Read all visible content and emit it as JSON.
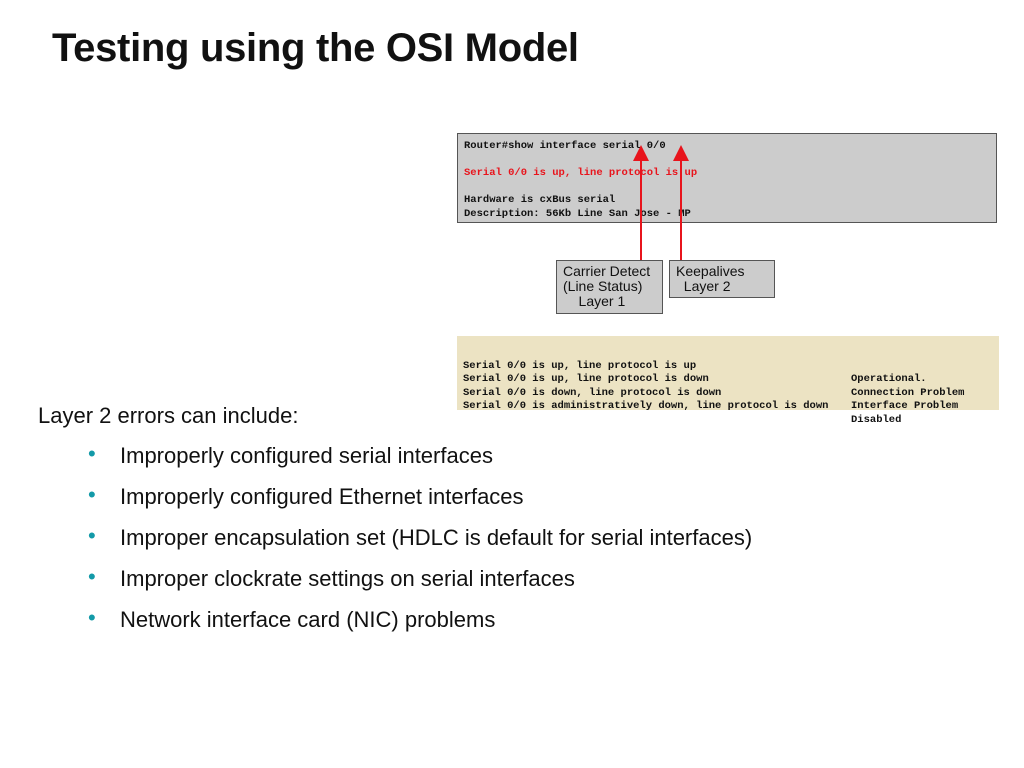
{
  "title": "Testing using the OSI Model",
  "terminal": {
    "lines": [
      {
        "text": "Router#show interface serial 0/0",
        "highlight": false
      },
      {
        "text": "",
        "highlight": false
      },
      {
        "text": "Serial 0/0 is up, line protocol is up",
        "highlight": true
      },
      {
        "text": "",
        "highlight": false
      },
      {
        "text": "Hardware is cxBus serial",
        "highlight": false
      },
      {
        "text": "Description: 56Kb Line San Jose - MP",
        "highlight": false
      }
    ],
    "highlight_color": "#e8141c",
    "background": "#cccccc"
  },
  "callouts": [
    {
      "lines": [
        "Carrier Detect",
        "(Line Status)",
        "    Layer 1"
      ]
    },
    {
      "lines": [
        "Keepalives",
        "  Layer 2"
      ]
    }
  ],
  "status_table": [
    {
      "state": "Serial 0/0 is up, line protocol is up",
      "meaning": "Operational."
    },
    {
      "state": "Serial 0/0 is up, line protocol is down",
      "meaning": "Connection Problem"
    },
    {
      "state": "Serial 0/0 is down, line protocol is down",
      "meaning": "Interface Problem"
    },
    {
      "state": "Serial 0/0 is administratively down, line protocol is down",
      "meaning": "Disabled"
    }
  ],
  "intro": "Layer 2 errors can include:",
  "bullets": [
    "Improperly configured serial interfaces",
    "Improperly configured Ethernet interfaces",
    "Improper encapsulation set (HDLC is default for serial interfaces)",
    "Improper clockrate settings on serial interfaces",
    "Network interface card (NIC) problems"
  ],
  "colors": {
    "bullet": "#139aa8",
    "arrow": "#e8141c",
    "table_background": "#ece3c3"
  }
}
